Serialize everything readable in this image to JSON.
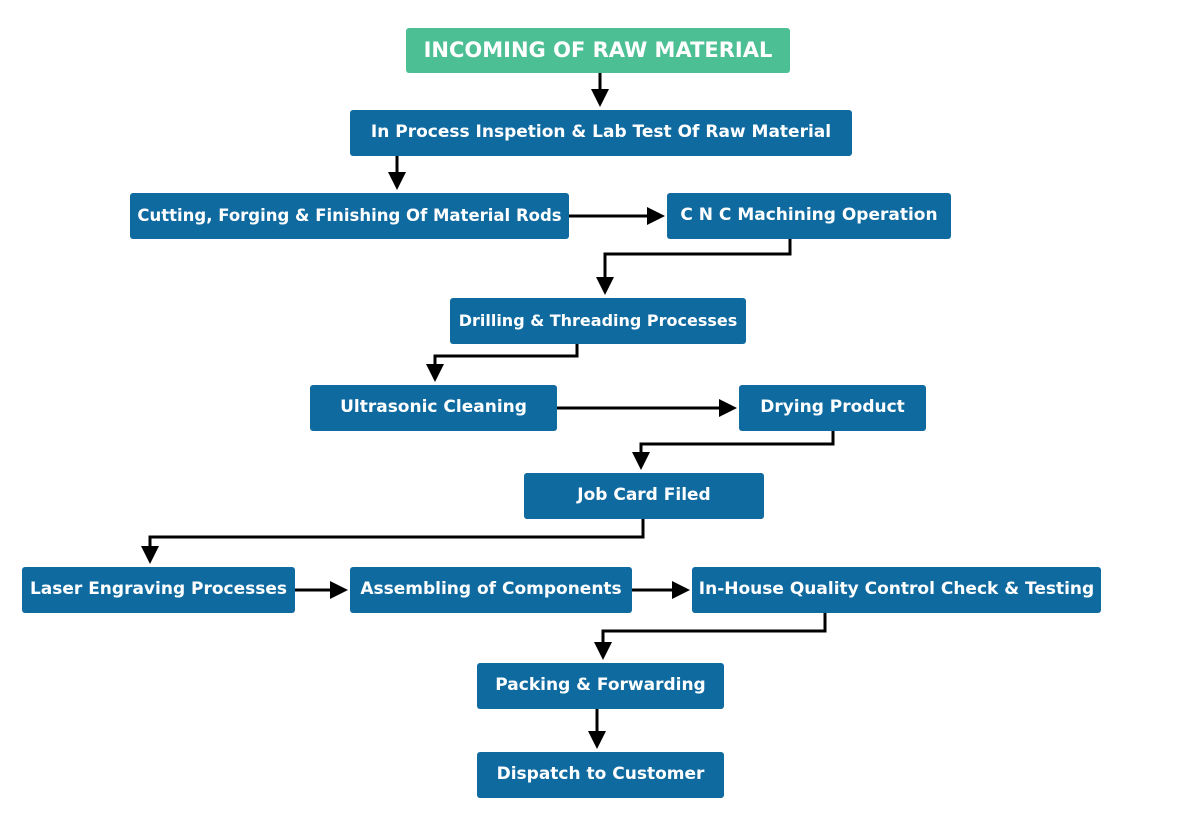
{
  "colors": {
    "start": "#4dbf94",
    "step": "#0f6aa0",
    "text": "#ffffff",
    "arrow": "#000000"
  },
  "steps": {
    "incoming": "INCOMING OF RAW MATERIAL",
    "inspection": "In Process Inspetion & Lab Test  Of Raw Material",
    "cutting": "Cutting, Forging & Finishing Of Material Rods",
    "cnc": "C N C Machining Operation",
    "drilling": "Drilling & Threading Processes",
    "ultrasonic": "Ultrasonic Cleaning",
    "drying": "Drying Product",
    "jobcard": "Job Card Filed",
    "laser": "Laser Engraving Processes",
    "assembling": "Assembling of Components",
    "quality": "In-House Quality Control Check & Testing",
    "packing": "Packing & Forwarding",
    "dispatch": "Dispatch to Customer"
  },
  "connections": [
    [
      "incoming",
      "inspection"
    ],
    [
      "inspection",
      "cutting"
    ],
    [
      "cutting",
      "cnc"
    ],
    [
      "cnc",
      "drilling"
    ],
    [
      "drilling",
      "ultrasonic"
    ],
    [
      "ultrasonic",
      "drying"
    ],
    [
      "drying",
      "jobcard"
    ],
    [
      "jobcard",
      "laser"
    ],
    [
      "laser",
      "assembling"
    ],
    [
      "assembling",
      "quality"
    ],
    [
      "quality",
      "packing"
    ],
    [
      "packing",
      "dispatch"
    ]
  ]
}
